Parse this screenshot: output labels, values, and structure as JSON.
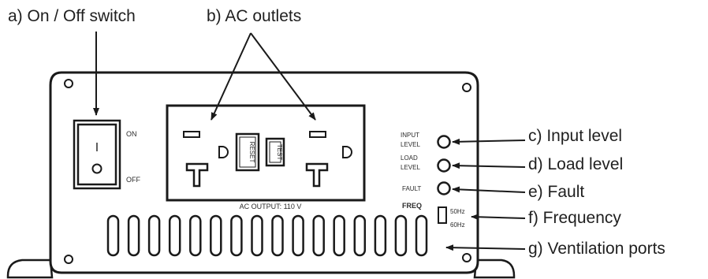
{
  "callouts": {
    "a": "a) On / Off switch",
    "b": "b) AC outlets",
    "c": "c) Input level",
    "d": "d) Load level",
    "e": "e) Fault",
    "f": "f) Frequency",
    "g": "g) Ventilation ports"
  },
  "panel": {
    "switch_on_label": "ON",
    "switch_off_label": "OFF",
    "switch_on_symbol": "I",
    "switch_off_symbol": "O",
    "reset_button": "RESET",
    "test_button": "TEST",
    "output_label": "AC OUTPUT: 110 V",
    "leds": {
      "input_line1": "INPUT",
      "input_line2": "LEVEL",
      "load_line1": "LOAD",
      "load_line2": "LEVEL",
      "fault": "FAULT"
    },
    "freq": {
      "label": "FREQ",
      "opt1": "50Hz",
      "opt2": "60Hz"
    },
    "vent_slot_count": 16
  },
  "colors": {
    "stroke": "#1a1a1a",
    "text": "#1f1f1f",
    "background": "#ffffff"
  }
}
